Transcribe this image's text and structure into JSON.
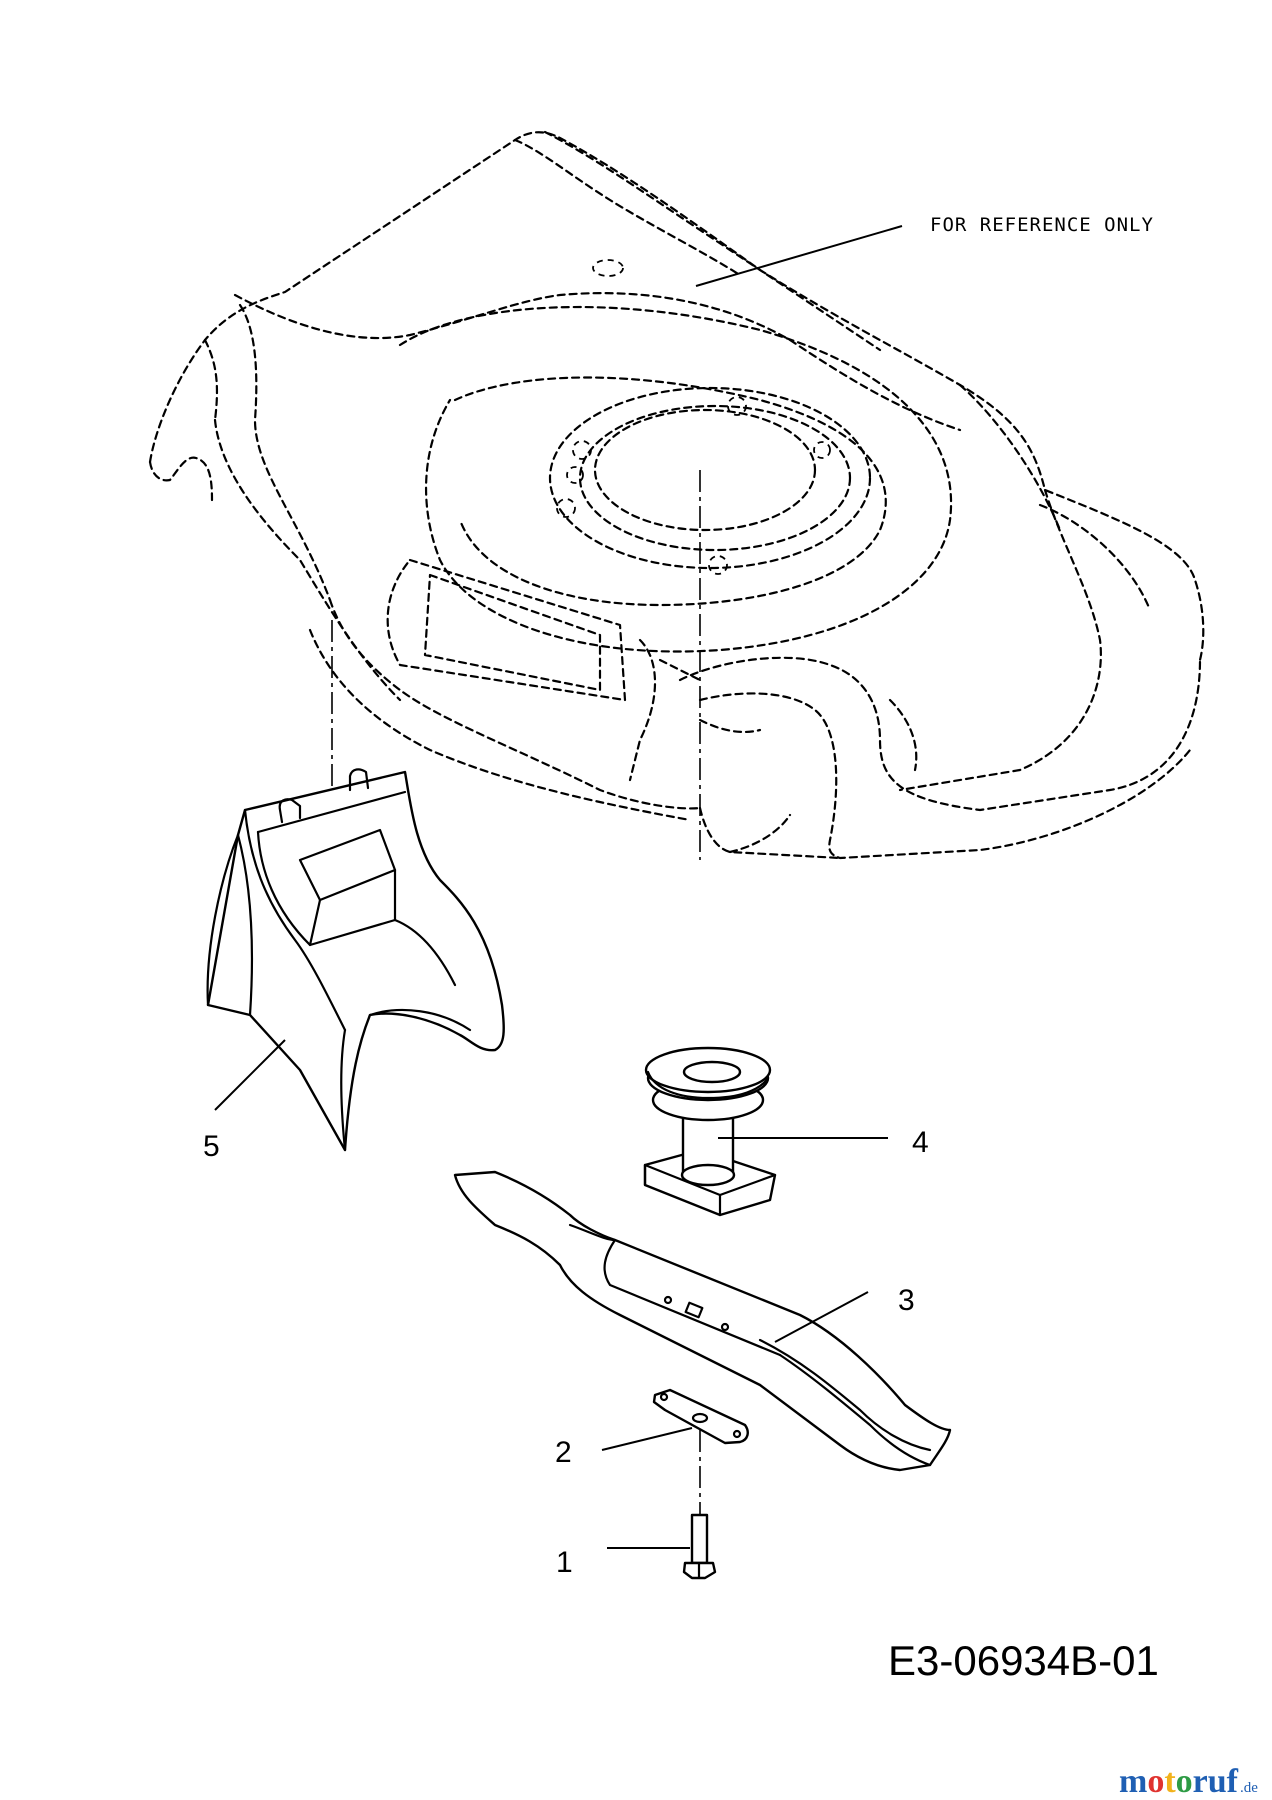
{
  "reference_note": "FOR REFERENCE ONLY",
  "callouts": {
    "c1": "1",
    "c2": "2",
    "c3": "3",
    "c4": "4",
    "c5": "5"
  },
  "drawing_number": "E3-06934B-01",
  "watermark": {
    "brand": "motoruf",
    "suffix": ".de",
    "colors": {
      "m": "#1f5fb3",
      "o1": "#e0332f",
      "t": "#f2b21b",
      "o2": "#2e9b45",
      "ruf": "#1f5fb3"
    }
  }
}
